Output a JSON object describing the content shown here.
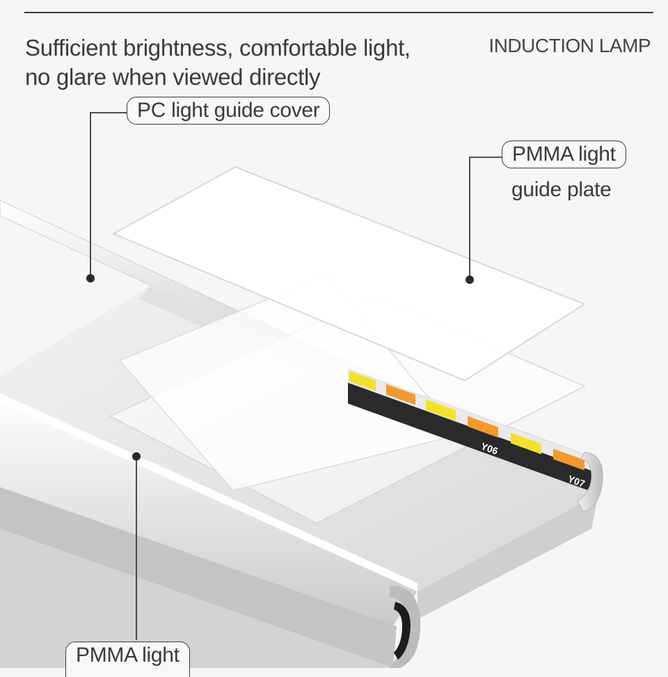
{
  "header": {
    "tagline_line1": "Sufficient brightness, comfortable light,",
    "tagline_line2": "no glare when viewed directly",
    "brand": "INDUCTION LAMP"
  },
  "callouts": {
    "pc_cover": "PC light guide cover",
    "pmma_plate_line1": "PMMA light",
    "pmma_plate_line2": "guide plate",
    "pmma_bottom": "PMMA light"
  },
  "led_markings": [
    "Y06",
    "Y07"
  ],
  "colors": {
    "led_yellow": "#f3e22a",
    "led_orange": "#f29a2c",
    "line": "#3a3a3a",
    "background": "#f6f6f6"
  }
}
